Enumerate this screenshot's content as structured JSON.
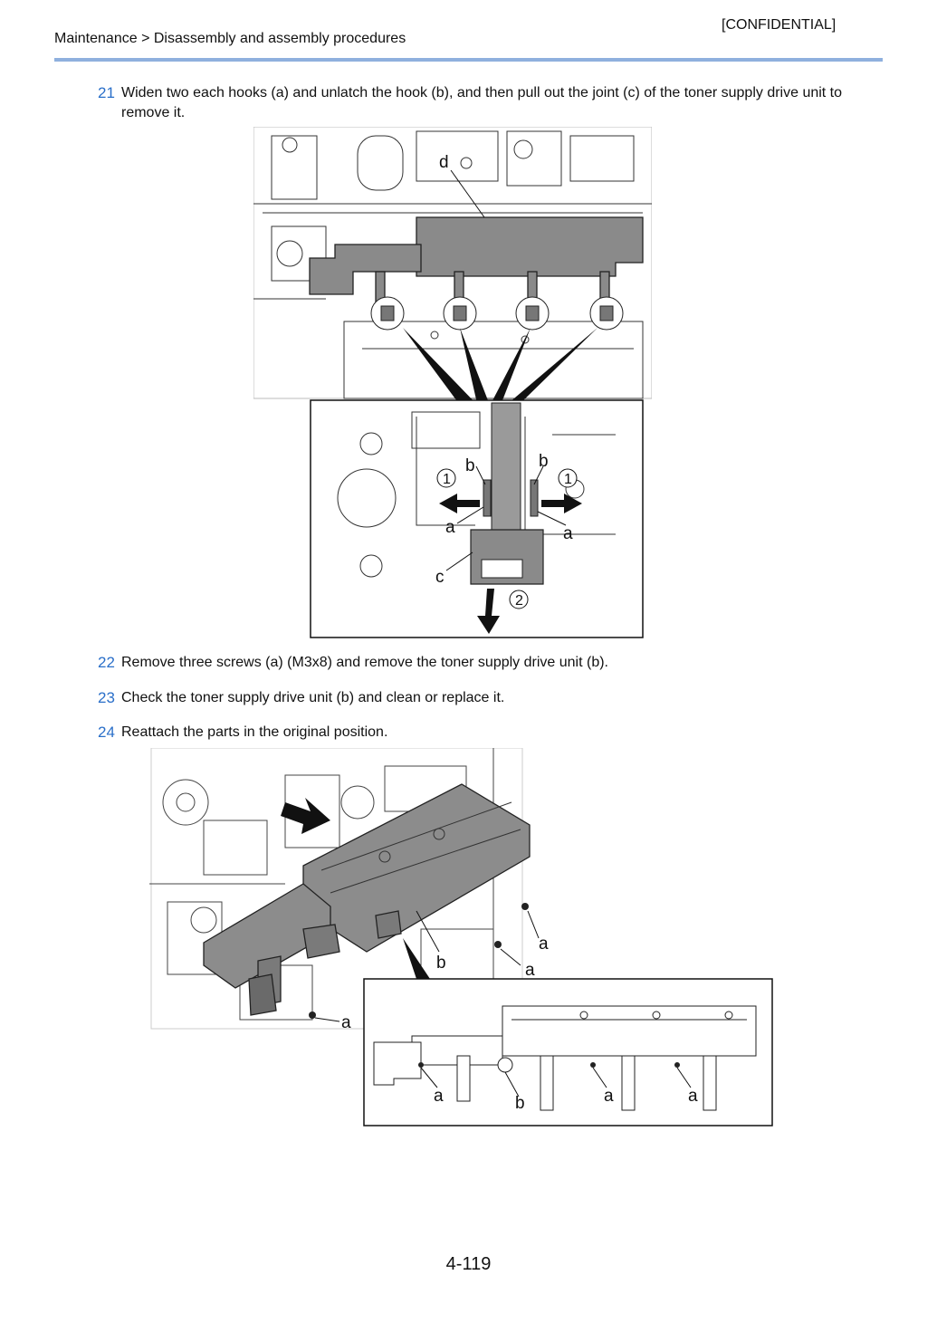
{
  "header": {
    "breadcrumb": "Maintenance > Disassembly and assembly procedures",
    "confidential": "[CONFIDENTIAL]"
  },
  "steps": [
    {
      "number": "21",
      "text": "Widen two each hooks (a) and unlatch the hook (b), and then pull out the joint (c) of the toner supply drive unit to remove it."
    },
    {
      "number": "22",
      "text": "Remove three screws (a) (M3x8) and remove the toner supply drive unit (b)."
    },
    {
      "number": "23",
      "text": "Check the toner supply drive unit (b) and clean or replace it."
    },
    {
      "number": "24",
      "text": "Reattach the parts in the original position."
    }
  ],
  "figure1": {
    "label_d": "d",
    "detail": {
      "label_b_left": "b",
      "label_b_right": "b",
      "label_a_left": "a",
      "label_a_right": "a",
      "label_c": "c",
      "step_1_left": "1",
      "step_1_right": "1",
      "step_2": "2"
    }
  },
  "figure2": {
    "label_a_1": "a",
    "label_a_2": "a",
    "label_b": "b",
    "label_a_3": "a",
    "detail": {
      "label_a_1": "a",
      "label_b": "b",
      "label_a_2": "a",
      "label_a_3": "a"
    }
  },
  "footer": {
    "page_number": "4-119"
  }
}
